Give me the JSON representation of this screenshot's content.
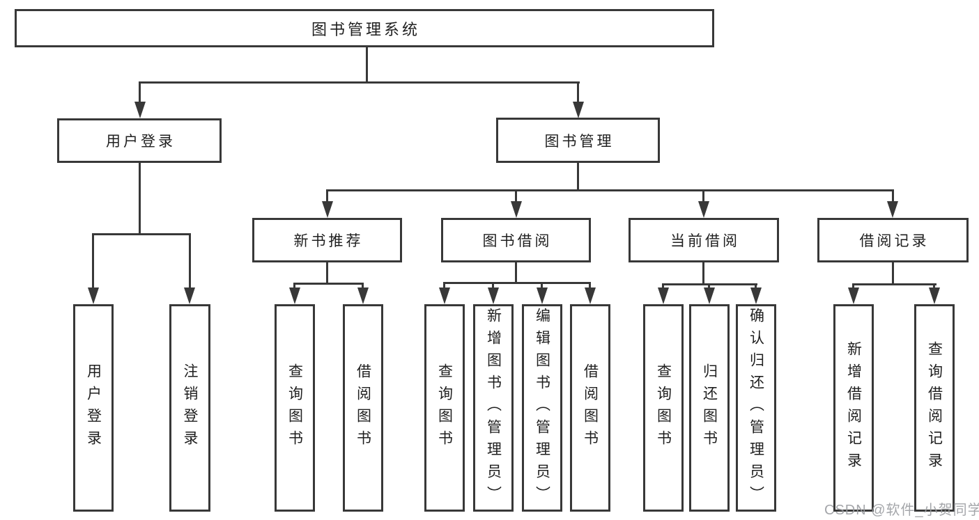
{
  "tree": {
    "label": "图书管理系统",
    "children": [
      {
        "label": "用户登录",
        "children": [
          {
            "label": "用户登录"
          },
          {
            "label": "注销登录"
          }
        ]
      },
      {
        "label": "图书管理",
        "children": [
          {
            "label": "新书推荐",
            "children": [
              {
                "label": "查询图书"
              },
              {
                "label": "借阅图书"
              }
            ]
          },
          {
            "label": "图书借阅",
            "children": [
              {
                "label": "查询图书"
              },
              {
                "label": "新增图书（管理员）"
              },
              {
                "label": "编辑图书（管理员）"
              },
              {
                "label": "借阅图书"
              }
            ]
          },
          {
            "label": "当前借阅",
            "children": [
              {
                "label": "查询图书"
              },
              {
                "label": "归还图书"
              },
              {
                "label": "确认归还（管理员）"
              }
            ]
          },
          {
            "label": "借阅记录",
            "children": [
              {
                "label": "新增借阅记录"
              },
              {
                "label": "查询借阅记录"
              }
            ]
          }
        ]
      }
    ]
  },
  "watermark": {
    "text": "CSDN @软件_小贺同学"
  },
  "colors": {
    "background": "#ffffff",
    "line": "#383838",
    "text": "#1f1f1f",
    "watermark_text": "#9b9da1"
  }
}
